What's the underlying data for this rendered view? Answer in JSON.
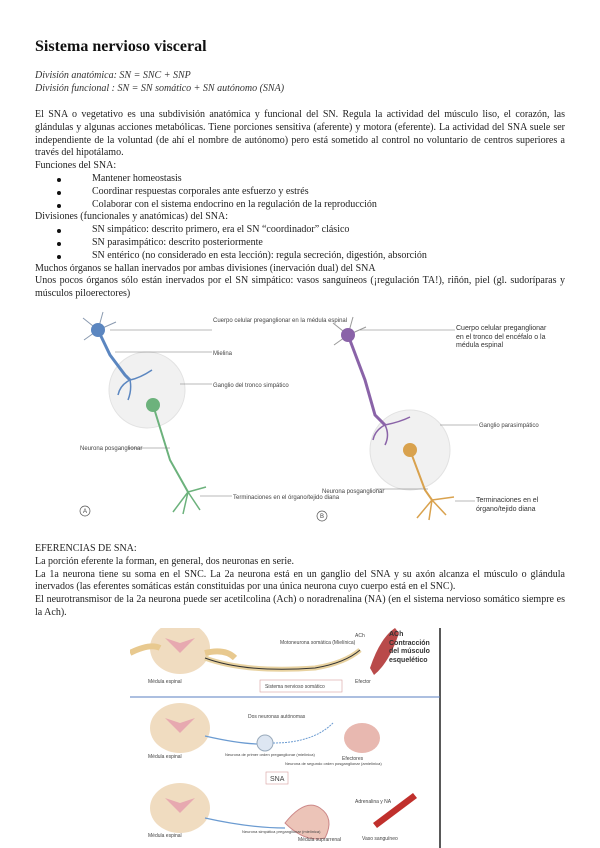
{
  "title": "Sistema nervioso visceral",
  "division_anatomica": "División anatómica: SN = SNC + SNP",
  "division_funcional": "División funcional : SN = SN somático + SN autónomo (SNA)",
  "intro": "El SNA o vegetativo es una subdivisión anatómica y funcional del SN. Regula la actividad del músculo liso, el corazón, las glándulas y algunas acciones metabólicas. Tiene porciones sensitiva (aferente) y motora (eferente). La actividad del SNA suele ser independiente de la voluntad (de ahí el nombre de autónomo) pero está sometido al control no voluntario de centros superiores a través del hipotálamo.",
  "funciones_heading": "Funciones del SNA:",
  "funciones": [
    "Mantener homeostasis",
    "Coordinar respuestas corporales ante esfuerzo y estrés",
    "Colaborar con el sistema endocrino en la regulación de la reproducción"
  ],
  "divisiones_heading": "Divisiones (funcionales y anatómicas) del SNA:",
  "divisiones": [
    "SN simpático: descrito primero, era el SN “coordinador” clásico",
    "SN parasimpático: descrito posteriormente",
    "SN entérico (no considerado en esta lección): regula secreción, digestión, absorción"
  ],
  "dual": "Muchos órganos se hallan inervados por ambas divisiones (inervación dual) del SNA",
  "simpatico_solo": "Unos pocos órganos sólo están inervados por el SN simpático: vasos sanguíneos (¡regulación TA!), riñón, piel (gl. sudoríparas y músculos piloerectores)",
  "figure1": {
    "panel_a": {
      "marker": "A",
      "labels": [
        "Cuerpo celular preganglionar en la médula espinal",
        "Mielina",
        "Ganglio del tronco simpático",
        "Neurona posganglionar",
        "Terminaciones en el órgano/tejido diana"
      ],
      "colors": {
        "pre": "#5b86c0",
        "post": "#6cb27c"
      }
    },
    "panel_b": {
      "marker": "B",
      "labels": [
        "Cuerpo celular preganglionar en el tronco del encéfalo o la médula espinal",
        "Ganglio parasimpático",
        "Neurona posganglionar",
        "Terminaciones en el órgano/tejido diana"
      ],
      "colors": {
        "pre": "#8a63a8",
        "post": "#d9a24e"
      }
    }
  },
  "eferencias": {
    "heading": "EFERENCIAS DE SNA:",
    "lines": [
      "La porción eferente la forman, en general, dos neuronas en serie.",
      "La 1a neurona tiene su soma en el SNC. La 2a neurona está en un ganglio del SNA y su axón alcanza el músculo o glándula inervados (las eferentes somáticas están constituidas por una única neurona cuyo cuerpo está en el SNC).",
      "El neurotransmisor de la 2a neurona puede ser acetilcolina (Ach) o noradrenalina (NA) (en el sistema nervioso somático siempre es la Ach)."
    ]
  },
  "figure2": {
    "labels": {
      "medula1": "Médula espinal",
      "motoneurona": "Motoneurona somática (Mielínica)",
      "ach1": "ACh",
      "contraccion": "ACh Contracción del músculo esquelético",
      "efector1": "Efector",
      "somatico": "Sistema nervioso somático",
      "medula2": "Médula espinal",
      "dos_neuronas": "Dos neuronas autónomas",
      "pre": "Neurona de primer orden preganglionar (mielínica)",
      "post": "Neurona de segundo orden posganglionar (amielínica)",
      "efectores": "Efectores",
      "sna": "SNA",
      "medula3": "Médula espinal",
      "simpatica": "Neurona simpática preganglionar (mielínica)",
      "suprarrenal": "Médula suprarrenal",
      "adrenalina": "Adrenalina y NA",
      "vaso": "Vaso sanguíneo"
    }
  }
}
